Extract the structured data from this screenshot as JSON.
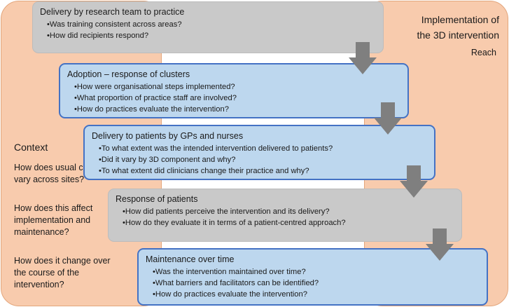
{
  "context": {
    "title": "Context",
    "questions": [
      "How does usual care vary across sites?",
      "How does this affect implementation and maintenance?",
      "How does it change over the course of the intervention?"
    ]
  },
  "implementation": {
    "title_line1": "Implementation of",
    "title_line2": "the 3D intervention",
    "reach": "Reach"
  },
  "boxes": [
    {
      "title": "Delivery by research team to practice",
      "color": "#c9c9c9",
      "items": [
        "Was training consistent across areas?",
        "How did recipients respond?"
      ]
    },
    {
      "title": "Adoption – response of clusters",
      "color": "#bdd7ee",
      "items": [
        "How were organisational steps implemented?",
        "What proportion of practice staff are involved?",
        "How do practices evaluate the intervention?"
      ]
    },
    {
      "title": "Delivery to patients by GPs and nurses",
      "color": "#bdd7ee",
      "items": [
        "To what extent was the intended intervention delivered to patients?",
        "Did it vary by 3D component and why?",
        "To what extent did clinicians change their practice and why?"
      ]
    },
    {
      "title": "Response of patients",
      "color": "#c9c9c9",
      "items": [
        "How did patients perceive the intervention and its delivery?",
        "How do they evaluate it in terms of a patient-centred approach?"
      ]
    },
    {
      "title": "Maintenance over time",
      "color": "#bdd7ee",
      "items": [
        "Was the intervention maintained over time?",
        "What barriers and facilitators can be identified?",
        "How do practices evaluate the intervention?"
      ]
    }
  ],
  "colors": {
    "panel": "#f8cbad",
    "border_blue": "#4472c4",
    "arrow": "#7f7f7f"
  }
}
